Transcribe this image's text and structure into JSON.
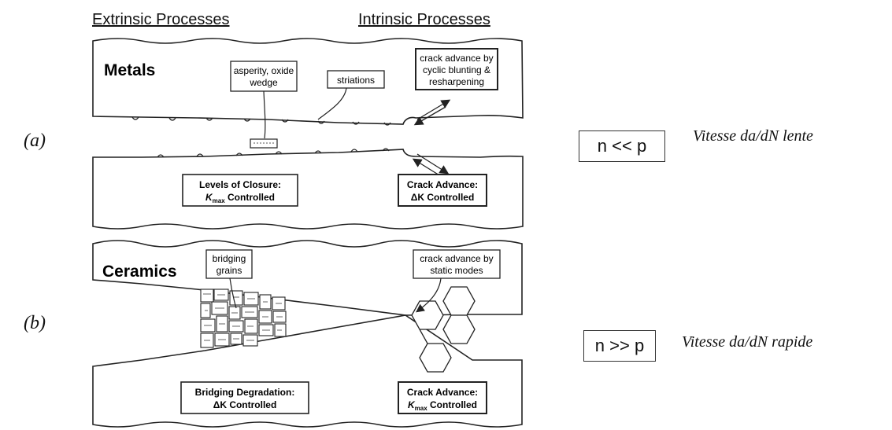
{
  "headers": {
    "extrinsic": "Extrinsic Processes",
    "intrinsic": "Intrinsic Processes"
  },
  "panel_a": {
    "label": "(a)",
    "material": "Metals",
    "wedge": [
      "asperity, oxide",
      "wedge"
    ],
    "striations": "striations",
    "crack_blunting": [
      "crack advance by",
      "cyclic blunting &",
      "resharpening"
    ],
    "closure": [
      "Levels of Closure:",
      "K",
      "max",
      " Controlled"
    ],
    "advance": [
      "Crack Advance:",
      "ΔK Controlled"
    ],
    "ratio": "n << p",
    "speed": "Vitesse da/dN lente"
  },
  "panel_b": {
    "label": "(b)",
    "material": "Ceramics",
    "bridging": [
      "bridging",
      "grains"
    ],
    "crack_static": [
      "crack advance by",
      "static modes"
    ],
    "degradation": [
      "Bridging Degradation:",
      "ΔK Controlled"
    ],
    "advance": [
      "Crack Advance:",
      "K",
      "max",
      " Controlled"
    ],
    "ratio": "n >> p",
    "speed": "Vitesse da/dN rapide"
  }
}
